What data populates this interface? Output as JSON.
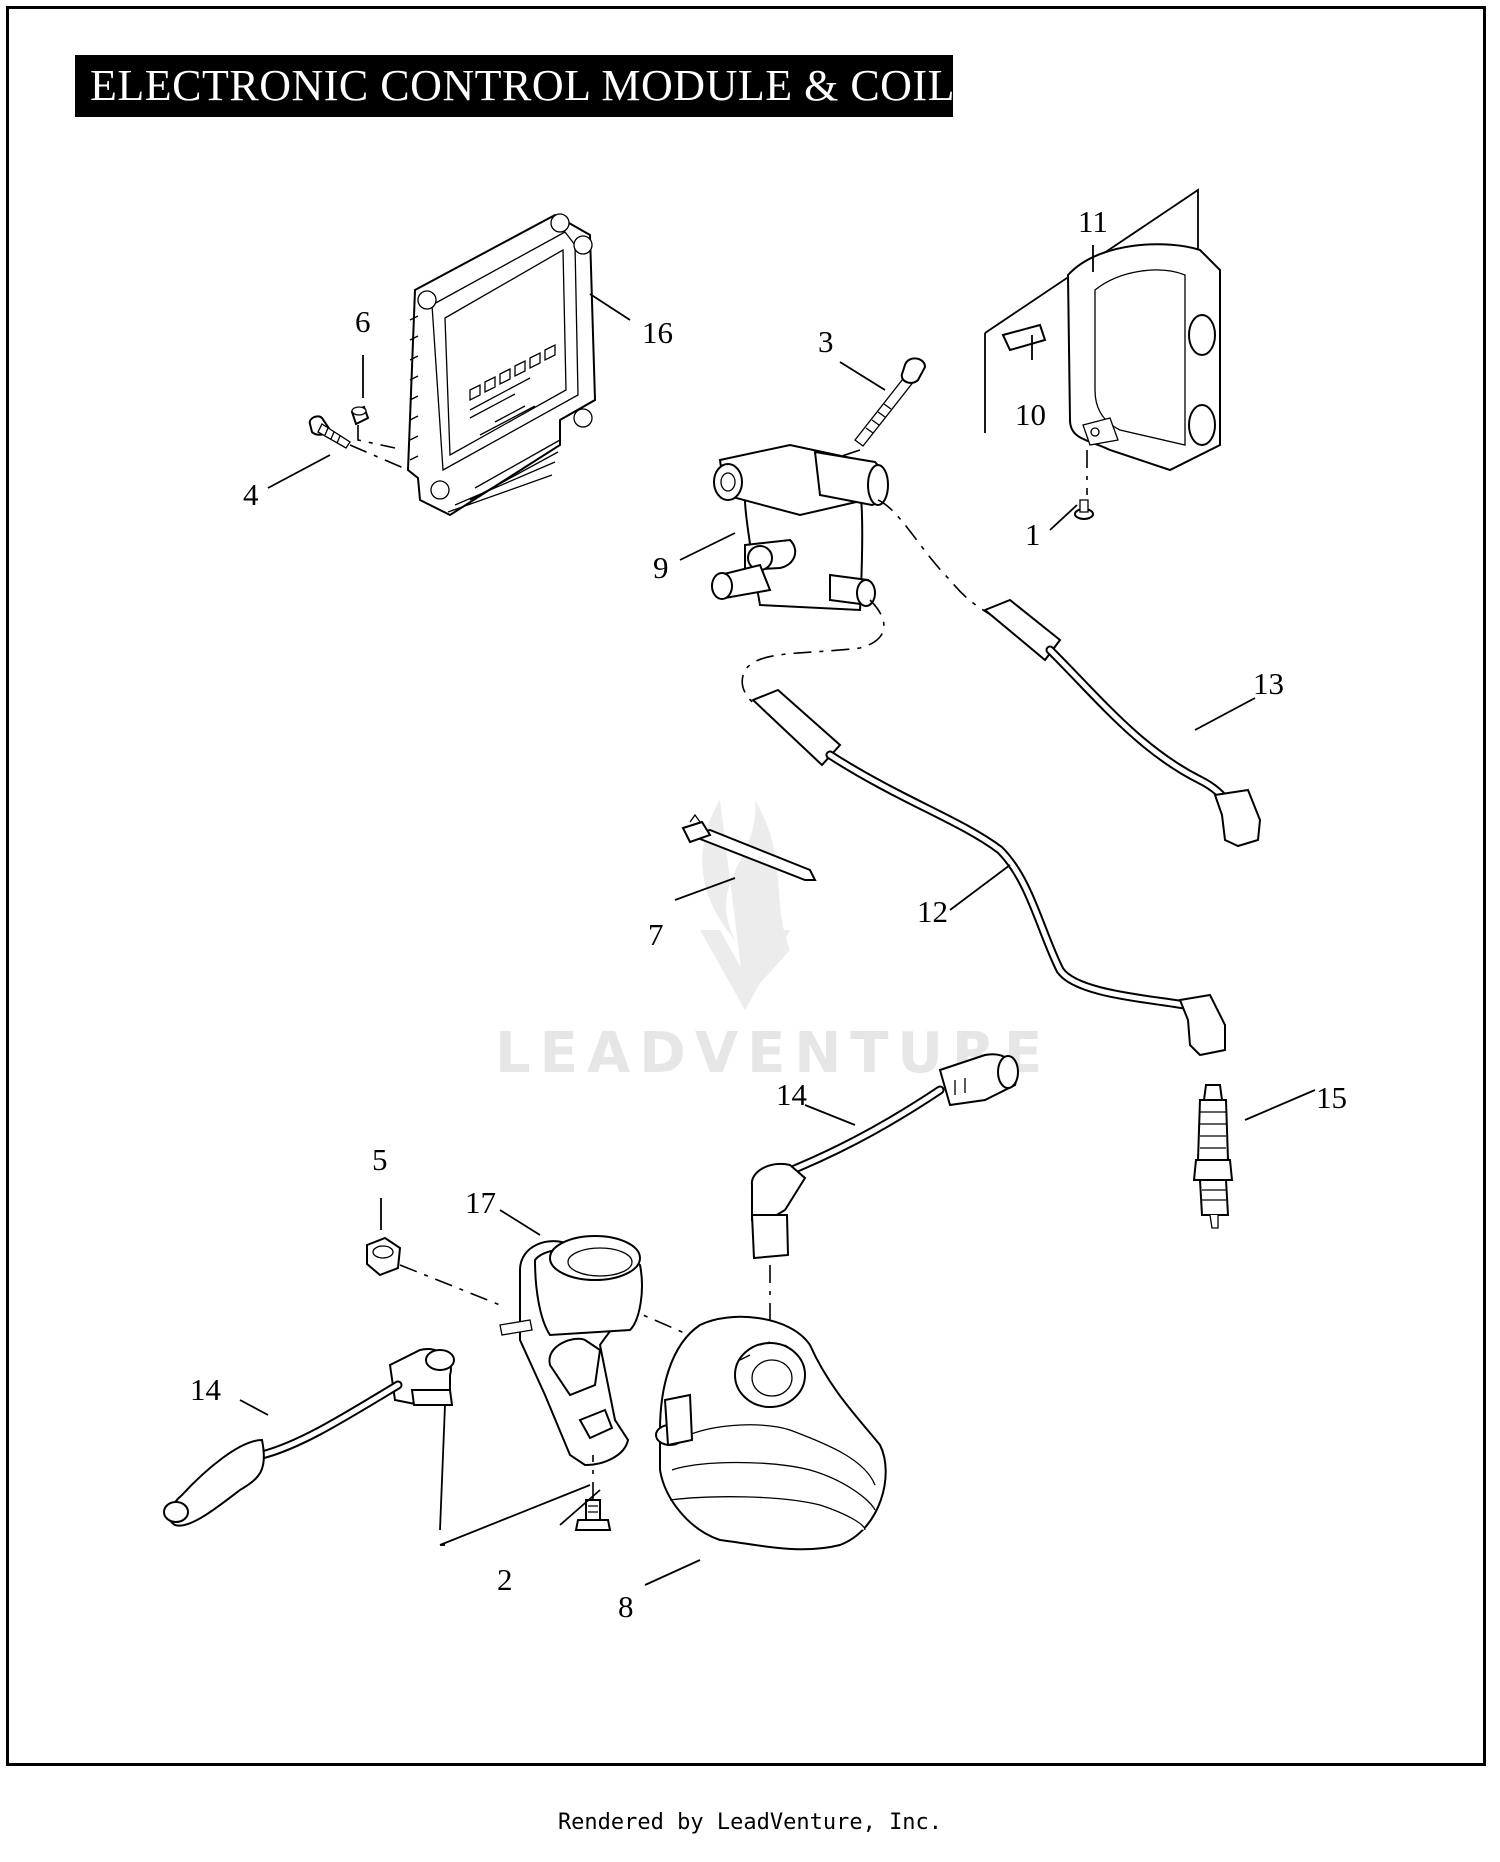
{
  "title": "ELECTRONIC CONTROL MODULE & COIL",
  "footer": "Rendered by LeadVenture, Inc.",
  "watermark": "LEADVENTURE",
  "callouts": {
    "c1": "1",
    "c2": "2",
    "c3": "3",
    "c4": "4",
    "c5": "5",
    "c6": "6",
    "c7": "7",
    "c8": "8",
    "c9": "9",
    "c10": "10",
    "c11": "11",
    "c12": "12",
    "c13": "13",
    "c14a": "14",
    "c14b": "14",
    "c15": "15",
    "c16": "16",
    "c17": "17"
  }
}
